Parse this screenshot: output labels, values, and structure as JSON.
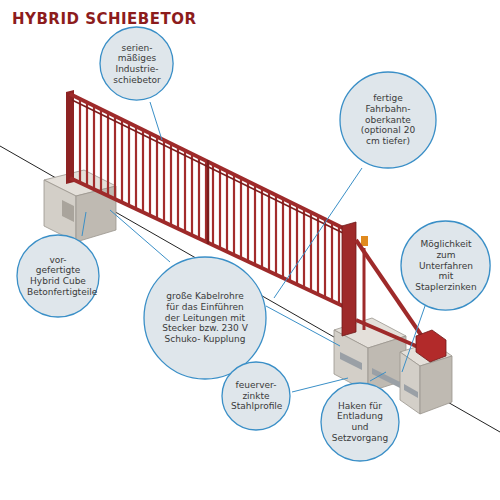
{
  "diagram": {
    "title": "HYBRID SCHIEBETOR",
    "nodes": [
      {
        "text": [
          "serien- mäßiges Industrie- schiebetor"
        ]
      },
      {
        "text": [
          "fertige Fahrbahn- oberkante (optional 20 cm tiefer)"
        ]
      },
      {
        "text": [
          "vor- gefertigte Hybrid Cube Betonfertigteile"
        ]
      },
      {
        "text": [
          "Möglichkeit zum Unterfahren mit Staplerzinken"
        ]
      },
      {
        "text": [
          "große Kabelrohre für das Einführen der Leitungen mit Stecker bzw. 230 V Schuko- Kupplung"
        ]
      },
      {
        "text": [
          "feuerver- zinkte Stahlprofile"
        ]
      },
      {
        "text": [
          "Haken für Entladung und Setzvorgang"
        ]
      }
    ]
  }
}
